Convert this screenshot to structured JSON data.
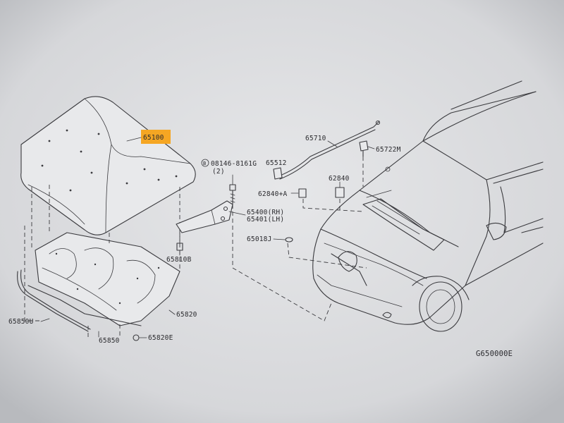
{
  "diagram": {
    "figure_code": "G650000E",
    "highlight_color": "#f5a623",
    "parts": [
      {
        "id": "hood",
        "label": "65100",
        "highlighted": true
      },
      {
        "id": "hood-bolt",
        "label": "08146-8161G",
        "prefix": "B",
        "qty": "(2)"
      },
      {
        "id": "hood-hinge",
        "label": "65400(RH)",
        "label2": "65401(LH)"
      },
      {
        "id": "hinge-grommet",
        "label": "65810B"
      },
      {
        "id": "hood-rod",
        "label": "65710"
      },
      {
        "id": "rod-clip",
        "label": "65722M"
      },
      {
        "id": "rod-holder",
        "label": "65512"
      },
      {
        "id": "bumper-rubber-a",
        "label": "62840+A"
      },
      {
        "id": "bumper-rubber",
        "label": "62840"
      },
      {
        "id": "hood-lock",
        "label": "65018J"
      },
      {
        "id": "hood-insulator",
        "label": "65820"
      },
      {
        "id": "insulator-clip",
        "label": "65820E"
      },
      {
        "id": "hood-seal",
        "label": "65850U"
      },
      {
        "id": "hood-seal-2",
        "label": "65850"
      }
    ]
  }
}
